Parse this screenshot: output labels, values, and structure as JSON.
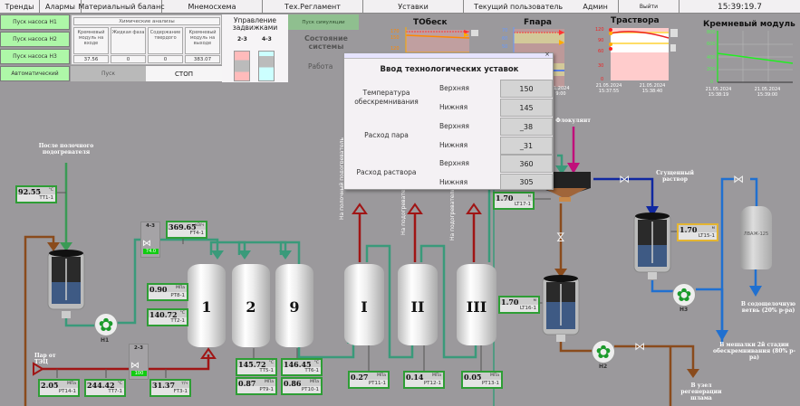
{
  "nav": {
    "tabs": [
      "Тренды",
      "Алармы",
      "Материальный баланс",
      "Мнемосхема",
      "Тех.Регламент",
      "Уставки"
    ],
    "current_user_label": "Текущий пользователь",
    "user": "Админ",
    "logout": "Выйти",
    "clock": "15:39:19.7"
  },
  "left_panel": {
    "buttons": [
      "Пуск насоса Н1",
      "Пуск насоса Н2",
      "Пуск насоса Н3",
      "Автоматический"
    ],
    "start": "Пуск",
    "stop": "СТОП"
  },
  "chem": {
    "title": "Химические анализы",
    "columns": [
      {
        "label": "Кремневый модуль на входе",
        "value": "37.56"
      },
      {
        "label": "Жидкая фаза",
        "value": "0"
      },
      {
        "label": "Содержание твердого",
        "value": "0"
      },
      {
        "label": "Кремневый модуль на выходе",
        "value": "383.07"
      }
    ]
  },
  "valve_control": {
    "title": "Управление задвижками",
    "valves": [
      "2-3",
      "4-3"
    ]
  },
  "simulation": {
    "label": "Пуск симуляции"
  },
  "system": {
    "title": "Состояние системы",
    "state": "Работа"
  },
  "charts": {
    "t_obesk": {
      "title": "ТОбеск",
      "yticks": [
        "170",
        "150",
        "120"
      ]
    },
    "f_para": {
      "title": "Fпара",
      "yticks": [
        "70",
        "60",
        "50",
        "40"
      ],
      "xtick": "1.2024 9:00"
    },
    "t_rastvora": {
      "title": "Траствора",
      "yticks": [
        "120",
        "90",
        "60",
        "30",
        "0"
      ],
      "xticks": [
        "21.05.2024 15:37:55",
        "21.05.2024 15:38:40"
      ]
    },
    "kremn": {
      "title": "Кремневый модуль",
      "yticks": [
        "800",
        "600",
        "400",
        "200",
        "0"
      ],
      "xticks": [
        "21.05.2024 15:38:19",
        "21.05.2024 15:39:00"
      ]
    }
  },
  "dialog": {
    "title": "Ввод технологических уставок",
    "close": "×",
    "groups": [
      {
        "label": "Температура обескремнивания",
        "upper_label": "Верхняя",
        "upper": "150",
        "lower_label": "Нижняя",
        "lower": "145"
      },
      {
        "label": "Расход пара",
        "upper_label": "Верхняя",
        "upper": "_38",
        "lower_label": "Нижняя",
        "lower": "_31"
      },
      {
        "label": "Расход раствора",
        "upper_label": "Верхняя",
        "upper": "360",
        "lower_label": "Нижняя",
        "lower": "305"
      }
    ]
  },
  "sensors": {
    "tt1": {
      "value": "92.55",
      "unit": "°C",
      "name": "TT1-1"
    },
    "ft4": {
      "value": "369.65",
      "unit": "м3/ч",
      "name": "FT4-1"
    },
    "pt8": {
      "value": "0.90",
      "unit": "МПа",
      "name": "PT8-1"
    },
    "tt2": {
      "value": "140.72",
      "unit": "°C",
      "name": "TT2-1"
    },
    "pt14": {
      "value": "2.05",
      "unit": "МПа",
      "name": "PT14-1"
    },
    "tt7": {
      "value": "244.42",
      "unit": "°C",
      "name": "TT7-1"
    },
    "ft3": {
      "value": "31.37",
      "unit": "т/ч",
      "name": "FT3-1"
    },
    "tt5": {
      "value": "145.72",
      "unit": "°C",
      "name": "TT5-1"
    },
    "tt6": {
      "value": "146.45",
      "unit": "°C",
      "name": "TT6-1"
    },
    "pt9": {
      "value": "0.87",
      "unit": "МПа",
      "name": "PT9-1"
    },
    "pt10": {
      "value": "0.86",
      "unit": "МПа",
      "name": "PT10-1"
    },
    "pt11": {
      "value": "0.27",
      "unit": "МПа",
      "name": "PT11-1"
    },
    "pt12": {
      "value": "0.14",
      "unit": "МПа",
      "name": "PT12-1"
    },
    "pt13": {
      "value": "0.05",
      "unit": "МПа",
      "name": "PT13-1"
    },
    "lt17": {
      "value": "1.70",
      "unit": "м",
      "name": "LT17-1"
    },
    "lt16": {
      "value": "1.70",
      "unit": "м",
      "name": "LT16-1"
    },
    "lt15": {
      "value": "1.70",
      "unit": "м",
      "name": "LT15-1"
    }
  },
  "valves": {
    "v43": {
      "label": "4-3",
      "state": "74.0"
    },
    "v23": {
      "label": "2-3",
      "state": "100"
    }
  },
  "autoclaves": [
    "1",
    "2",
    "9"
  ],
  "separators": [
    "I",
    "II",
    "III"
  ],
  "pumps": [
    "Н1",
    "Н2",
    "Н3"
  ],
  "labels": {
    "after_heater": "После полочного подогревателя",
    "steam": "Пар от ТЭЦ",
    "flocculant": "Флокулянт",
    "thick": "Сгущенный раствор",
    "to_heat1": "На полочный подогреватель",
    "to_heat2": "На подогреватель",
    "to_heat3": "На подогреватель подшламовой",
    "soda": "В содощелочную ветвь (20% р-ра)",
    "mixers": "В мешалки 2й стадии обескремнивания (80% р-ра)",
    "sludge": "В узел регенерации шлама",
    "tank": "ЛВАЖ-125"
  }
}
